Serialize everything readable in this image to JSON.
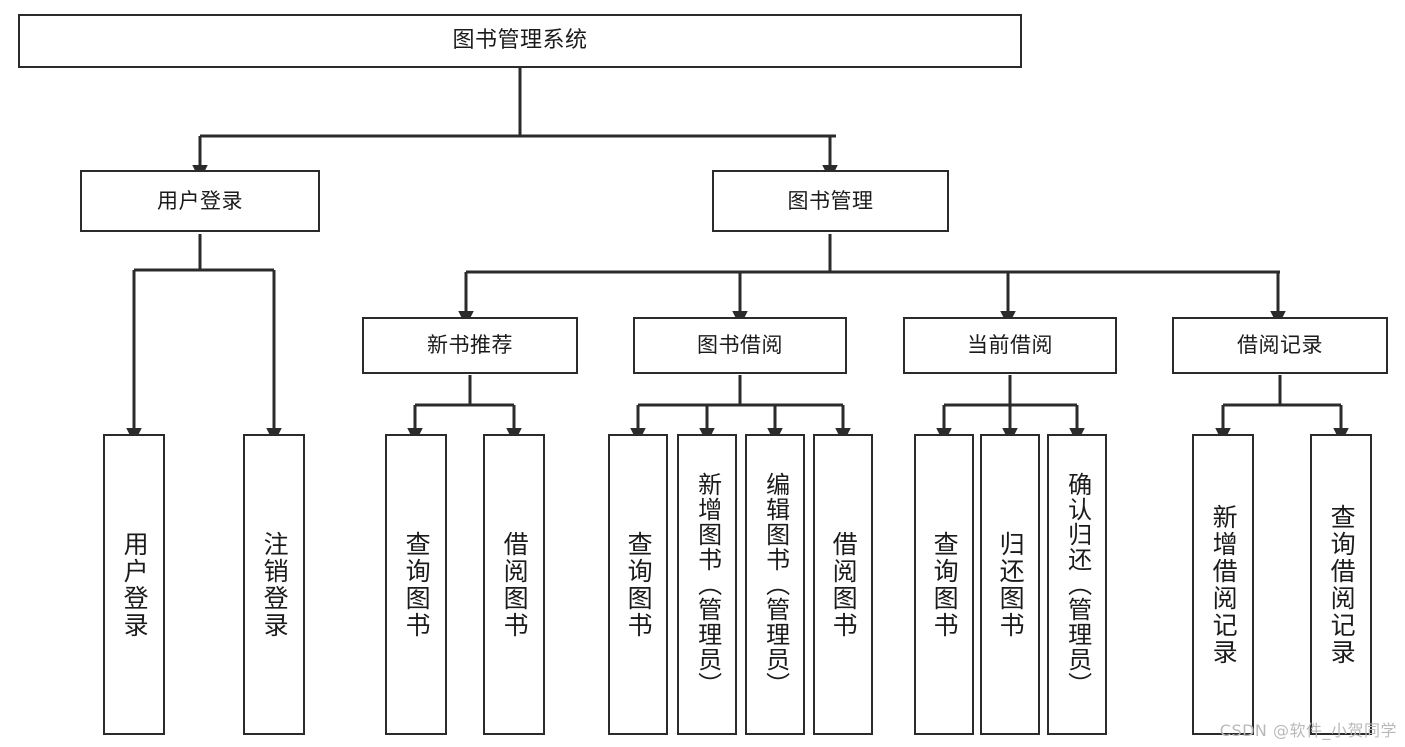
{
  "diagram": {
    "title": "图书管理系统",
    "type": "tree-hierarchy",
    "root": {
      "id": "root",
      "label": "图书管理系统"
    },
    "level2": [
      {
        "id": "user-login",
        "label": "用户登录"
      },
      {
        "id": "book-manage",
        "label": "图书管理"
      }
    ],
    "level3": [
      {
        "id": "new-book-rec",
        "label": "新书推荐"
      },
      {
        "id": "book-borrow",
        "label": "图书借阅"
      },
      {
        "id": "current-borrow",
        "label": "当前借阅"
      },
      {
        "id": "borrow-record",
        "label": "借阅记录"
      }
    ],
    "leaves": {
      "user_login": [
        {
          "id": "leaf-user-login",
          "label": "用户登录"
        },
        {
          "id": "leaf-logout-login",
          "label": "注销登录"
        }
      ],
      "new_book_rec": [
        {
          "id": "leaf-query-book-1",
          "label": "查询图书"
        },
        {
          "id": "leaf-borrow-book-1",
          "label": "借阅图书"
        }
      ],
      "book_borrow": [
        {
          "id": "leaf-query-book-2",
          "label": "查询图书"
        },
        {
          "id": "leaf-add-book",
          "label": "新增图书（管理员）"
        },
        {
          "id": "leaf-edit-book",
          "label": "编辑图书（管理员）"
        },
        {
          "id": "leaf-borrow-book-2",
          "label": "借阅图书"
        }
      ],
      "current_borrow": [
        {
          "id": "leaf-query-book-3",
          "label": "查询图书"
        },
        {
          "id": "leaf-return-book",
          "label": "归还图书"
        },
        {
          "id": "leaf-confirm-return",
          "label": "确认归还（管理员）"
        }
      ],
      "borrow_record": [
        {
          "id": "leaf-add-record",
          "label": "新增借阅记录"
        },
        {
          "id": "leaf-query-record",
          "label": "查询借阅记录"
        }
      ]
    }
  },
  "watermark": {
    "text": "CSDN @软件_小贺同学"
  },
  "colors": {
    "border": "#2b2b2b",
    "background": "#ffffff",
    "text": "#1b1b1b",
    "watermark": "#b9b9b9"
  }
}
